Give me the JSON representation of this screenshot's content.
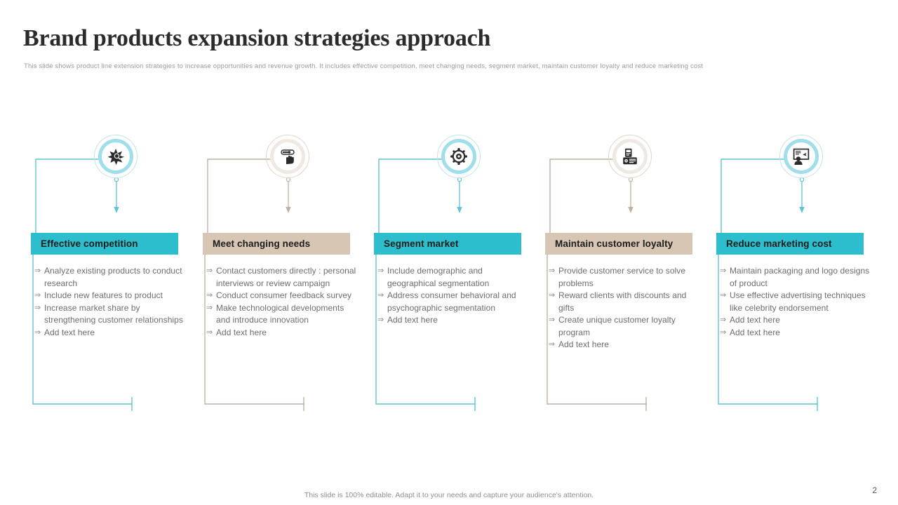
{
  "slide": {
    "title": "Brand products expansion strategies approach",
    "subtitle": "This slide shows product line extension strategies to increase opportunities and revenue growth. It includes effective competition, meet changing needs, segment market, maintain  customer loyalty and reduce marketing cost",
    "footer_note": "This slide is 100% editable. Adapt it to your needs and capture your audience's attention.",
    "page_number": "2"
  },
  "theme": {
    "accent_cyan": "#2DBECD",
    "accent_tan": "#D6C6B3",
    "ring_cyan_outer": "#BFE4EC",
    "ring_cyan_mid": "#9FDEEA",
    "ring_tan_outer": "#E0D6CB",
    "ring_tan_mid": "#EFE9E2",
    "line_cyan": "#5FC4D6",
    "line_tan": "#BFB0A0",
    "title_color": "#2B2B2B",
    "body_text": "#6D6D6D",
    "bullet_glyph": "⇒"
  },
  "columns": [
    {
      "id": "effective-competition",
      "tone": "cyan",
      "icon": "burst-star-icon",
      "title": "Effective competition",
      "bullets": [
        "Analyze existing products to conduct research",
        "Include new features to product",
        "Increase market share by strengthening customer relationships",
        "Add text here"
      ]
    },
    {
      "id": "meet-changing-needs",
      "tone": "tan",
      "icon": "hand-slider-icon",
      "title": "Meet changing needs",
      "bullets": [
        "Contact customers directly : personal interviews or review campaign",
        "Conduct consumer feedback survey",
        "Make technological developments and introduce innovation",
        "Add text here"
      ]
    },
    {
      "id": "segment-market",
      "tone": "cyan",
      "icon": "target-segment-icon",
      "title": "Segment market",
      "bullets": [
        "Include demographic and geographical segmentation",
        "Address consumer behavioral and psychographic segmentation",
        "Add text here"
      ]
    },
    {
      "id": "maintain-customer-loyalty",
      "tone": "tan",
      "icon": "loyalty-card-icon",
      "title": "Maintain customer loyalty",
      "bullets": [
        "Provide customer service to solve problems",
        "Reward clients with discounts and gifts",
        "Create unique customer loyalty program",
        "Add text here"
      ]
    },
    {
      "id": "reduce-marketing-cost",
      "tone": "cyan",
      "icon": "presenter-board-icon",
      "title": "Reduce marketing cost",
      "bullets": [
        "Maintain packaging and logo designs of product",
        "Use effective advertising techniques like celebrity endorsement",
        "Add text here",
        "Add text here"
      ]
    }
  ]
}
